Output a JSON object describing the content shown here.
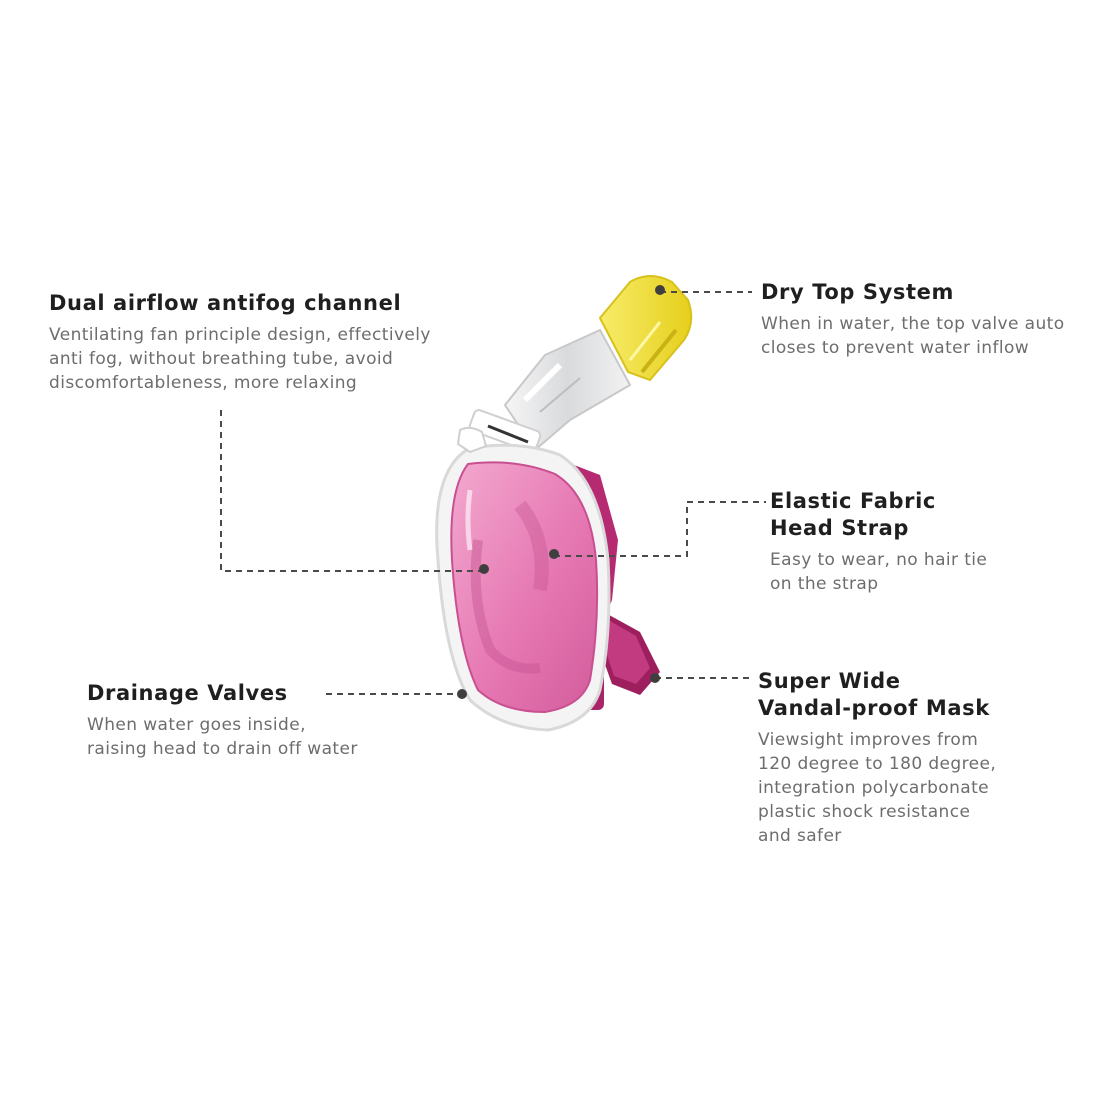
{
  "features": {
    "antifog": {
      "title": "Dual airflow antifog channel",
      "desc": [
        "Ventilating fan principle design, effectively",
        "anti fog, without breathing tube, avoid",
        "discomfortableness, more relaxing"
      ]
    },
    "drytop": {
      "title": "Dry Top System",
      "desc": [
        "When in water, the top valve auto",
        "closes to prevent water inflow"
      ]
    },
    "strap": {
      "title": [
        "Elastic Fabric",
        "Head Strap"
      ],
      "desc": [
        "Easy to wear, no hair tie",
        "on the strap"
      ]
    },
    "drainage": {
      "title": "Drainage Valves",
      "desc": [
        "When water goes inside,",
        "raising head to drain off water"
      ]
    },
    "widemask": {
      "title": [
        "Super Wide",
        "Vandal-proof Mask"
      ],
      "desc": [
        "Viewsight improves from",
        "120 degree to 180 degree,",
        "integration polycarbonate",
        "plastic shock resistance",
        "and safer"
      ]
    }
  },
  "colors": {
    "lens": "#e87bb6",
    "frame": "#f2f2f2",
    "strap": "#b0276e",
    "snorkel_top": "#f2e23a",
    "leader": "#4a4a4a"
  }
}
